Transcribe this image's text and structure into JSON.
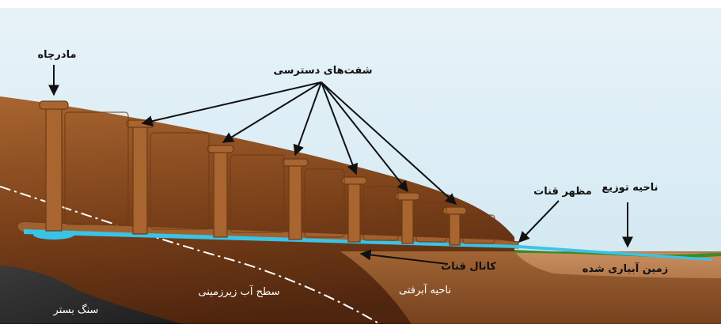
{
  "labels": {
    "mother_well": "مادرچاه",
    "access_shafts": "شفت‌های دسترسی",
    "qanat_outlet": "مظهر قنات",
    "distribution_area": "ناحیه توزیع",
    "qanat_channel": "کانال قنات",
    "irrigated_land": "زمین آبیاری شده",
    "water_table": "سطح آب زیرزمینی",
    "aquifer_zone": "ناحیه آبرفتی",
    "bedrock": "سنگ بستر"
  },
  "colors": {
    "sky": "#dfeff6",
    "soil_surface": "#9a5a2c",
    "soil_deep": "#5e2f12",
    "tunnel_water": "#38c4e8",
    "grass": "#3f8a2c",
    "bedrock": "#2b2b2b"
  }
}
